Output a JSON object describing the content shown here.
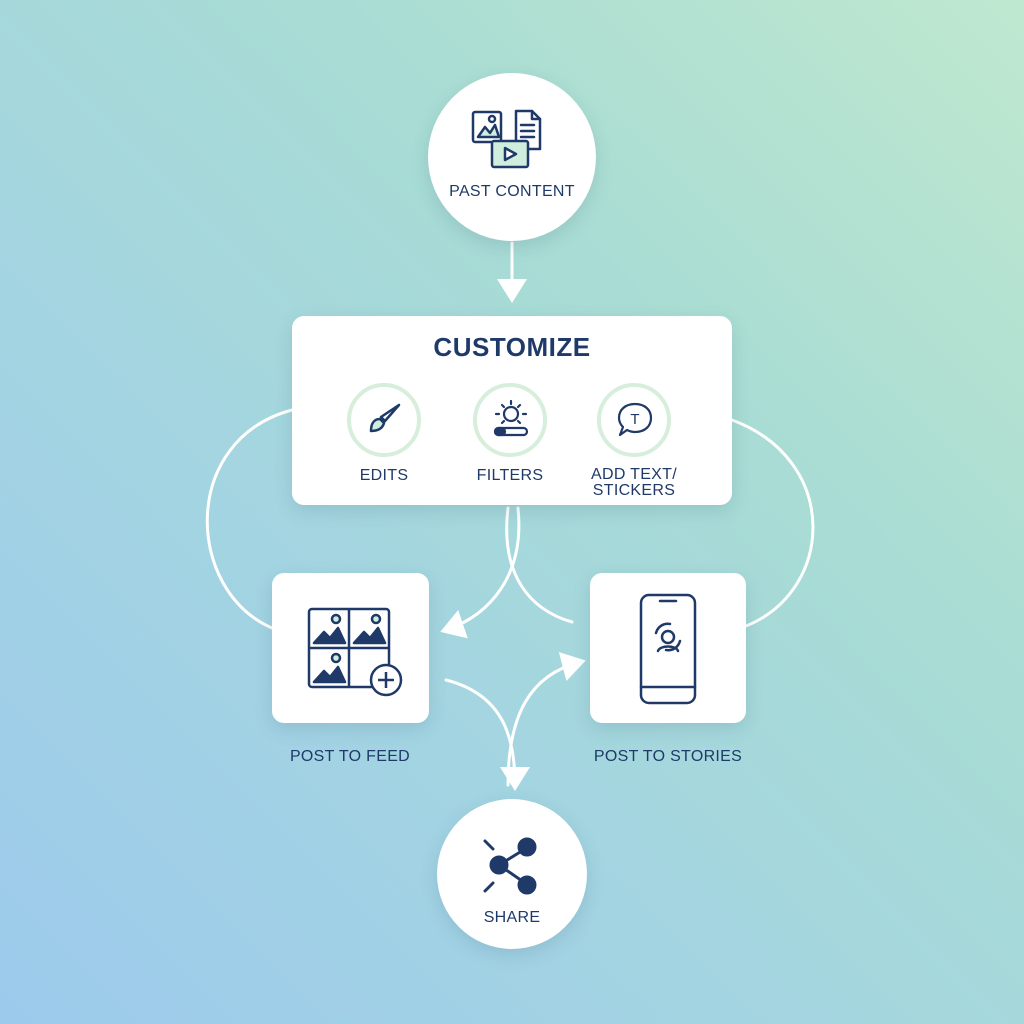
{
  "nodes": {
    "past_content": {
      "label": "PAST CONTENT",
      "icon": "media-collection-icon"
    },
    "customize": {
      "title": "CUSTOMIZE",
      "tools": [
        {
          "label": "EDITS",
          "icon": "paintbrush-icon"
        },
        {
          "label": "FILTERS",
          "icon": "sun-slider-icon"
        },
        {
          "label": "ADD TEXT/\nSTICKERS",
          "icon": "text-bubble-icon"
        }
      ]
    },
    "post_to_feed": {
      "label": "POST TO FEED",
      "icon": "photo-grid-add-icon"
    },
    "post_to_stories": {
      "label": "POST TO STORIES",
      "icon": "smartphone-story-icon"
    },
    "share": {
      "label": "SHARE",
      "icon": "share-icon"
    }
  },
  "colors": {
    "text": "#1f3a68",
    "icon_accent": "#cfeedd",
    "ring": "#d6eedb",
    "connector": "#ffffff"
  }
}
